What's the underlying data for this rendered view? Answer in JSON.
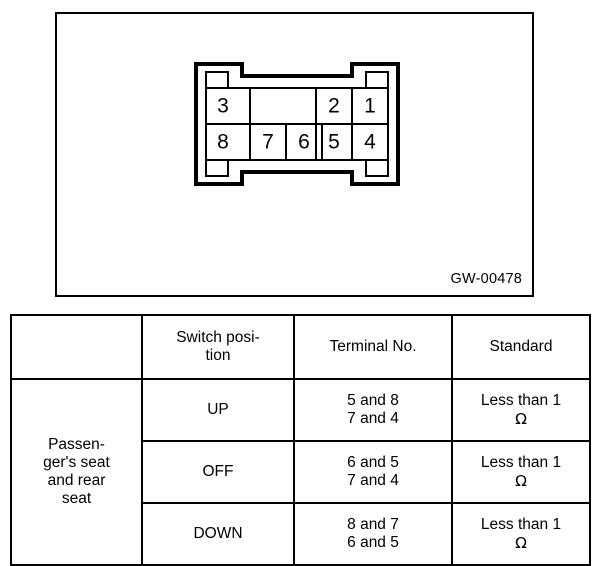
{
  "figure": {
    "code": "GW-00478",
    "connector": {
      "name": "8-pin connector pinout",
      "top_row_pins": [
        "3",
        "2",
        "1"
      ],
      "bottom_row_pins": [
        "8",
        "7",
        "6",
        "5",
        "4"
      ]
    }
  },
  "table": {
    "headers": [
      "",
      "Switch posi-\ntion",
      "Terminal No.",
      "Standard"
    ],
    "header_lines": {
      "col0": [
        ""
      ],
      "col1": [
        "Switch posi-",
        "tion"
      ],
      "col2": [
        "Terminal No."
      ],
      "col3": [
        "Standard"
      ]
    },
    "group_label_lines": [
      "Passen-",
      "ger's seat",
      "and rear",
      "seat"
    ],
    "rows": [
      {
        "switch_position": "UP",
        "terminal_lines": [
          "5 and 8",
          "7 and 4"
        ],
        "standard_lines": [
          "Less than 1",
          "Ω"
        ]
      },
      {
        "switch_position": "OFF",
        "terminal_lines": [
          "6 and 5",
          "7 and 4"
        ],
        "standard_lines": [
          "Less than 1",
          "Ω"
        ]
      },
      {
        "switch_position": "DOWN",
        "terminal_lines": [
          "8 and 7",
          "6 and 5"
        ],
        "standard_lines": [
          "Less than 1",
          "Ω"
        ]
      }
    ]
  },
  "colors": {
    "line": "#000000",
    "background": "#ffffff"
  }
}
